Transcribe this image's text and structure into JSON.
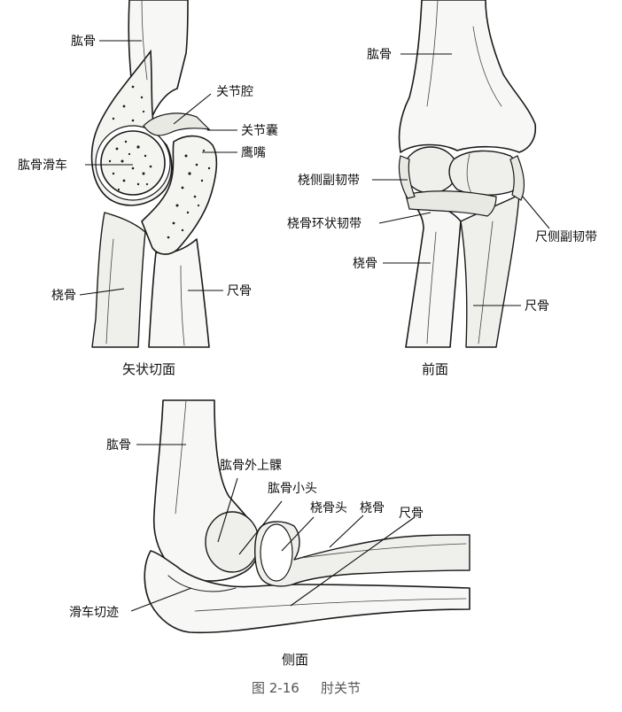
{
  "panel_sagittal": {
    "title": "矢状切面",
    "labels": {
      "humerus": "肱骨",
      "joint_cavity": "关节腔",
      "joint_capsule": "关节囊",
      "olecranon": "鹰嘴",
      "trochlea": "肱骨滑车",
      "radius": "桡骨",
      "ulna": "尺骨"
    }
  },
  "panel_anterior": {
    "title": "前面",
    "labels": {
      "humerus": "肱骨",
      "radial_collateral": "桡侧副韧带",
      "annular": "桡骨环状韧带",
      "ulnar_collateral": "尺侧副韧带",
      "radius": "桡骨",
      "ulna": "尺骨"
    }
  },
  "panel_lateral": {
    "title": "侧面",
    "labels": {
      "humerus": "肱骨",
      "lateral_epicondyle": "肱骨外上髁",
      "capitulum": "肱骨小头",
      "radial_head": "桡骨头",
      "radius": "桡骨",
      "ulna": "尺骨",
      "trochlear_notch": "滑车切迹"
    }
  },
  "figure": {
    "number": "图 2-16",
    "title": "肘关节"
  }
}
